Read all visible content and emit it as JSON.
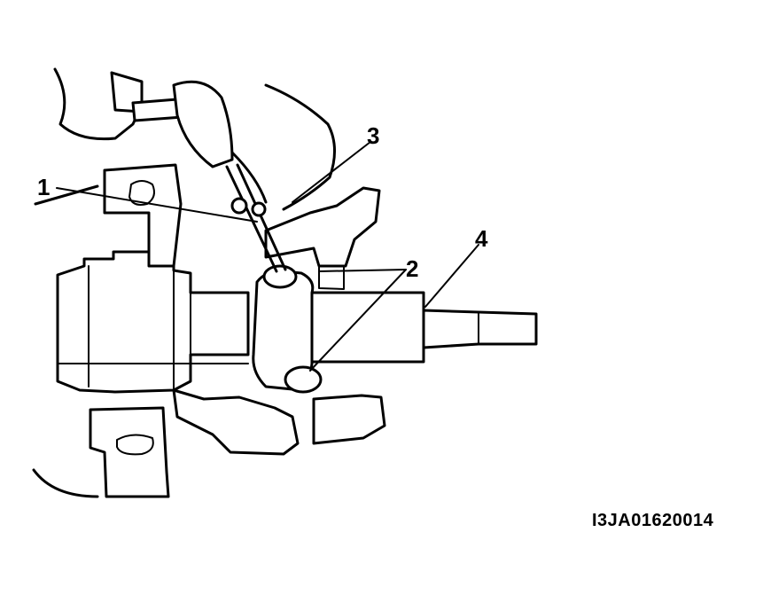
{
  "figure": {
    "callouts": [
      {
        "id": "1",
        "label": "1"
      },
      {
        "id": "2",
        "label": "2"
      },
      {
        "id": "3",
        "label": "3"
      },
      {
        "id": "4",
        "label": "4"
      }
    ],
    "figure_code": "I3JA01620014"
  }
}
